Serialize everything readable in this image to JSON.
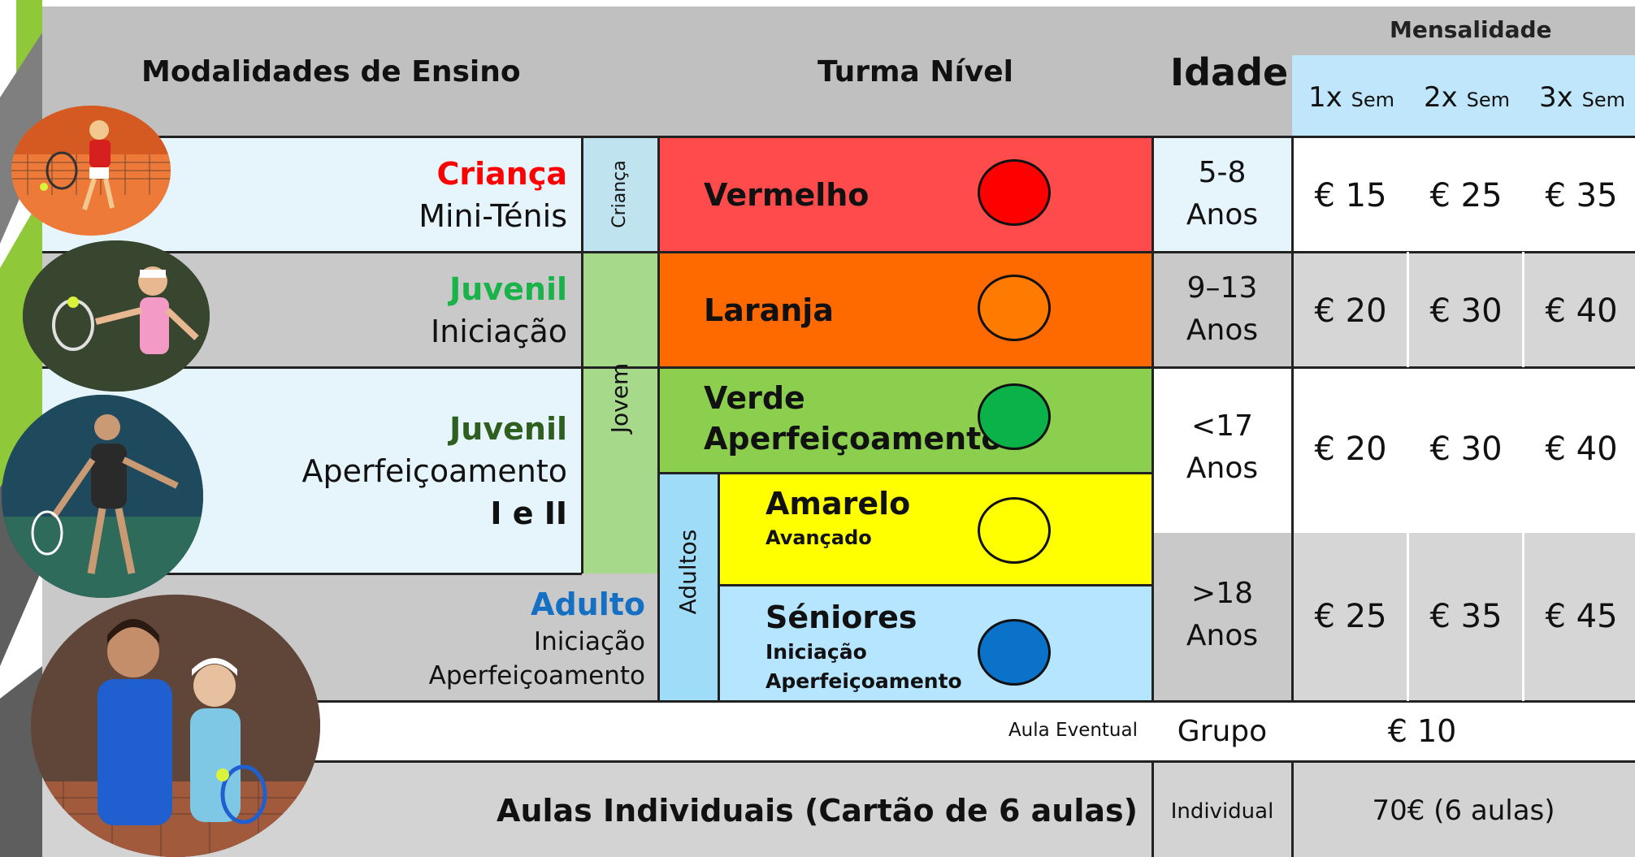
{
  "colors": {
    "header_gray": "#c0c0c0",
    "row_light_blue": "#e6f4fc",
    "row_gray": "#c9c9c9",
    "price_gray": "#d6d6d6",
    "red_band": "#ff4b4b",
    "orange_band": "#ff6a00",
    "green_band": "#8ccf4e",
    "yellow_band": "#ffff00",
    "blue_band": "#b6e6ff",
    "crianca_red": "#ff0000",
    "juvenil_green": "#19b34a",
    "juvenil_dark_green": "#2e5f1f",
    "adulto_blue": "#1570c4",
    "mensal_blue": "#bfe6fb",
    "green_accent": "#8fc93a"
  },
  "header": {
    "modalidades": "Modalidades de Ensino",
    "turma": "Turma Nível",
    "idade": "Idade",
    "mensalidade": "Mensalidade",
    "freq": [
      {
        "num": "1x",
        "unit": "Sem"
      },
      {
        "num": "2x",
        "unit": "Sem"
      },
      {
        "num": "3x",
        "unit": "Sem"
      }
    ]
  },
  "rows": {
    "crianca": {
      "title": "Criança",
      "subtitle": "Mini-Ténis",
      "group": "Criança",
      "level": "Vermelho",
      "dot_color": "#ff0000",
      "age_line1": "5-8",
      "age_line2": "Anos",
      "prices": [
        "€ 15",
        "€ 25",
        "€ 35"
      ]
    },
    "juvenil_ini": {
      "title": "Juvenil",
      "subtitle": "Iniciação",
      "level": "Laranja",
      "dot_color": "#ff7a00",
      "age_line1": "9–13",
      "age_line2": "Anos",
      "prices": [
        "€ 20",
        "€ 30",
        "€ 40"
      ]
    },
    "juvenil_aperf": {
      "title": "Juvenil",
      "subtitle": "Aperfeiçoamento",
      "subtitle2": "I e II",
      "group": "Jovem",
      "level": "Verde",
      "level_sub": "Aperfeiçoamento I",
      "dot_color": "#0bb24a",
      "age_line1": "<17",
      "age_line2": "Anos",
      "prices": [
        "€ 20",
        "€ 30",
        "€ 40"
      ]
    },
    "amarelo": {
      "level": "Amarelo",
      "level_sub": "Avançado",
      "dot_color": "#ffff00"
    },
    "adulto": {
      "title": "Adulto",
      "subtitle": "Iniciação",
      "subtitle2": "Aperfeiçoamento",
      "group": "Adultos",
      "level": "Séniores",
      "level_sub1": "Iniciação",
      "level_sub2": "Aperfeiçoamento",
      "dot_color": "#0a72c9",
      "age_line1": ">18",
      "age_line2": "Anos",
      "prices": [
        "€ 25",
        "€ 35",
        "€ 45"
      ]
    }
  },
  "eventual": {
    "label": "Aula Eventual",
    "type": "Grupo",
    "price": "€ 10"
  },
  "individual": {
    "label": "Aulas Individuais  (Cartão de 6 aulas)",
    "type": "Individual",
    "price": "70€  (6 aulas)"
  },
  "photos": [
    {
      "icon": "child-tennis-photo"
    },
    {
      "icon": "girl-tennis-photo"
    },
    {
      "icon": "boy-tennis-photo"
    },
    {
      "icon": "adults-tennis-photo"
    }
  ]
}
